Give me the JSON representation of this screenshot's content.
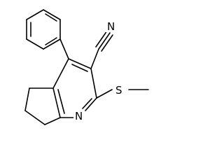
{
  "structure": {
    "atoms": {
      "nitrile_n": "N",
      "ring_n": "N",
      "sulfur": "S"
    },
    "colors": {
      "bond": "#000000",
      "label": "#000000",
      "background": "#ffffff"
    }
  }
}
